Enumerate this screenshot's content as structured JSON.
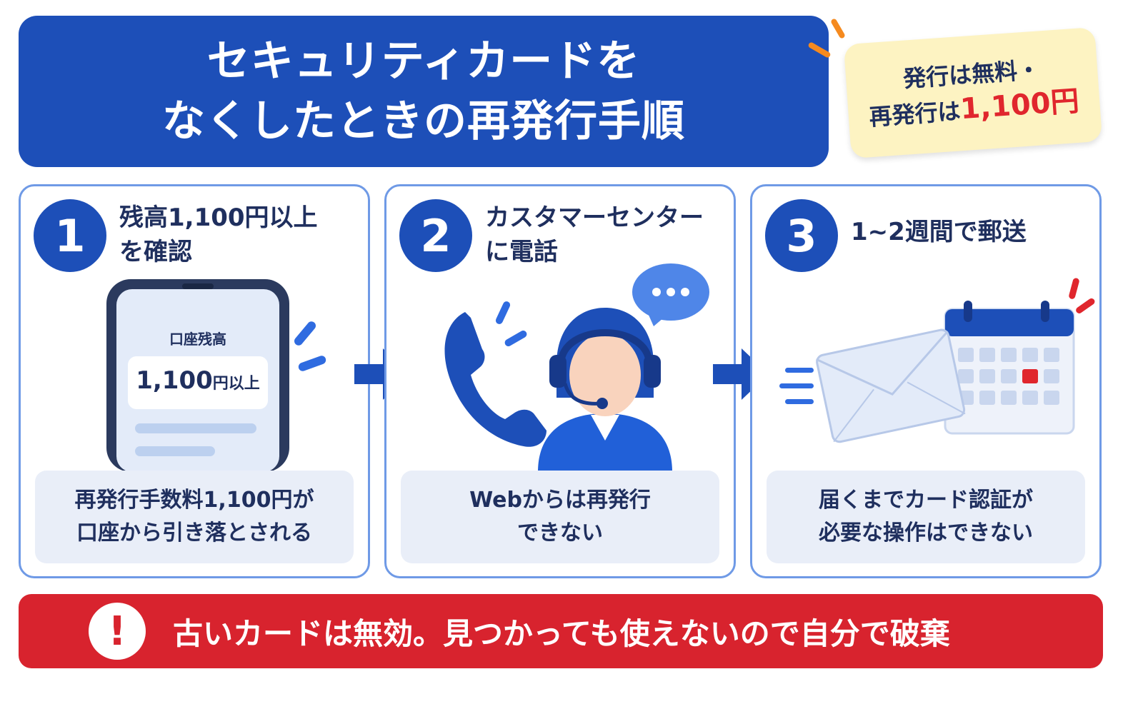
{
  "title": {
    "line1": "セキュリティカードを",
    "line2": "なくしたときの再発行手順"
  },
  "note": {
    "line1": "発行は無料・",
    "line2_prefix": "再発行は",
    "fee": "1,100円"
  },
  "steps": [
    {
      "number": "1",
      "title_line1": "残高1,100円以上",
      "title_line2": "を確認",
      "phone_label": "口座残高",
      "phone_value_num": "1,100",
      "phone_value_unit": "円以上",
      "caption_line1": "再発行手数料1,100円が",
      "caption_line2": "口座から引き落とされる"
    },
    {
      "number": "2",
      "title_line1": "カスタマーセンター",
      "title_line2": "に電話",
      "caption_line1": "Webからは再発行",
      "caption_line2": "できない"
    },
    {
      "number": "3",
      "title_line1": "1~2週間で郵送",
      "caption_line1": "届くまでカード認証が",
      "caption_line2": "必要な操作はできない"
    }
  ],
  "warning": {
    "icon": "!",
    "text": "古いカードは無効。見つかっても使えないので自分で破棄"
  },
  "colors": {
    "primary_blue": "#1d4fb8",
    "light_blue": "#6f9ae6",
    "warning_red": "#d8232e",
    "note_yellow": "#fdf3c2",
    "fee_red": "#e0262d"
  }
}
